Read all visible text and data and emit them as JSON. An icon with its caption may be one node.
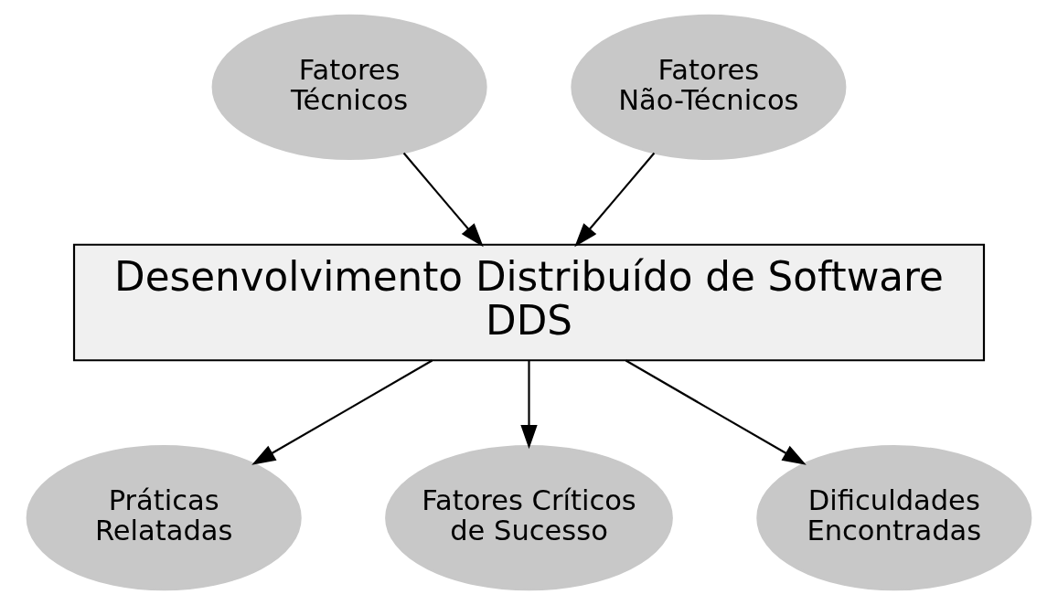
{
  "diagram": {
    "nodes": [
      {
        "text": [
          "Fatores Técnicos"
        ]
      },
      {
        "text": [
          "Fatores Não-Técnicos"
        ]
      },
      {
        "text": [
          "Desenvolvimento Distribuído de Software",
          "DDS"
        ]
      },
      {
        "text": [
          "Práticas Relatadas"
        ]
      },
      {
        "text": [
          "Fatores Críticos de Sucesso"
        ]
      },
      {
        "text": [
          "Dificuldades Encontradas"
        ]
      }
    ],
    "edges": [
      {
        "from": 0,
        "to": 2,
        "arrow": "to"
      },
      {
        "from": 1,
        "to": 2,
        "arrow": "to"
      },
      {
        "from": 2,
        "to": 3,
        "arrow": "to"
      },
      {
        "from": 2,
        "to": 4,
        "arrow": "to"
      },
      {
        "from": 2,
        "to": 5,
        "arrow": "to"
      }
    ]
  }
}
